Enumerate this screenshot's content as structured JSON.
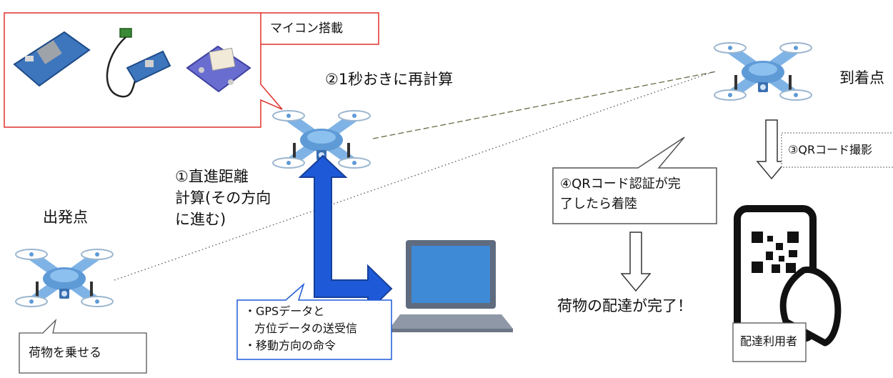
{
  "microcontroller_box": {
    "label": "マイコン搭載"
  },
  "recalc": {
    "label": "②1秒おきに再計算"
  },
  "start": {
    "label": "出発点"
  },
  "arrival": {
    "label": "到着点"
  },
  "straight_calc": {
    "lines": [
      "①直進距離",
      "計算(その方向",
      "に進む)"
    ]
  },
  "cargo": {
    "label": "荷物を乗せる"
  },
  "gps_box": {
    "lines": [
      "・GPSデータと",
      "方位データの送受信",
      "・移動方向の命令"
    ]
  },
  "qr_auth": {
    "lines": [
      "④QRコード認証が完",
      "了したら着陸"
    ]
  },
  "qr_photo": {
    "label": "③QRコード撮影"
  },
  "delivery_done": {
    "label": "荷物の配達が完了！"
  },
  "user": {
    "label": "配達利用者"
  },
  "colors": {
    "accent_blue": "#1e5ad8",
    "callout_red": "#e0312b",
    "drone_blue": "#6aa6de"
  }
}
